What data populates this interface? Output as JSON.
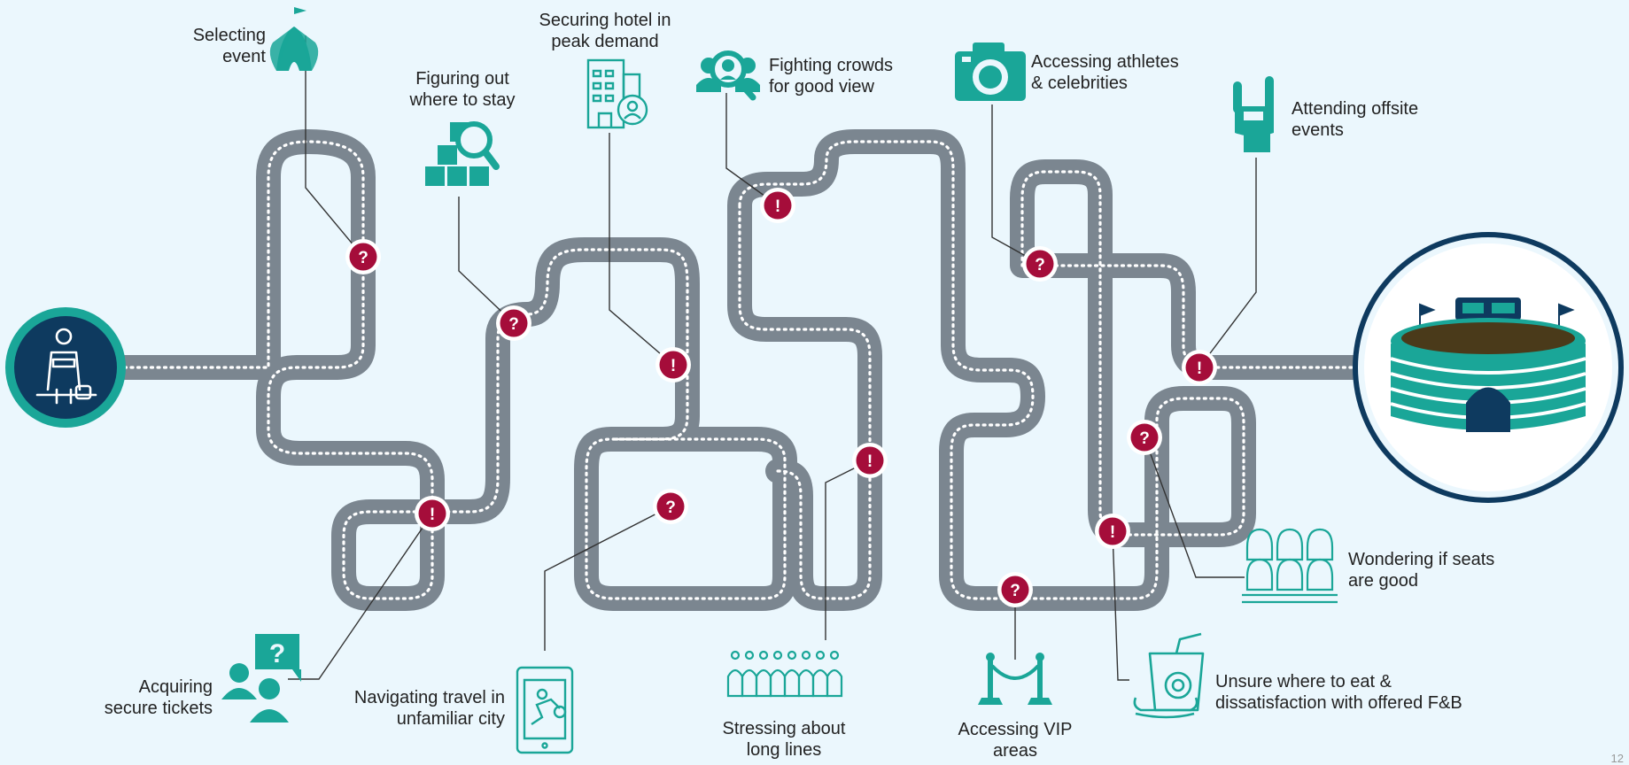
{
  "labels": {
    "selecting_event": [
      "Selecting",
      "event"
    ],
    "figuring_out_stay": [
      "Figuring out",
      "where to stay"
    ],
    "securing_hotel": [
      "Securing hotel in",
      "peak demand"
    ],
    "fighting_crowds": [
      "Fighting crowds",
      "for good view"
    ],
    "accessing_athletes": [
      "Accessing athletes",
      "& celebrities"
    ],
    "attending_offsite": [
      "Attending offsite",
      "events"
    ],
    "acquiring_tickets": [
      "Acquiring",
      "secure tickets"
    ],
    "navigating_travel": [
      "Navigating travel in",
      "unfamiliar city"
    ],
    "stressing_lines": [
      "Stressing about",
      "long lines"
    ],
    "accessing_vip": [
      "Accessing VIP",
      "areas"
    ],
    "unsure_eat": [
      "Unsure where to eat &",
      "dissatisfaction with offered F&B"
    ],
    "wondering_seats": [
      "Wondering if seats",
      "are good"
    ]
  },
  "markers": {
    "question": "?",
    "exclamation": "!"
  },
  "page_number": "12",
  "colors": {
    "background": "#ebf7fd",
    "road": "#7b8690",
    "road_dash": "#ffffff",
    "teal": "#1aa698",
    "marker": "#a50d3a",
    "navy": "#0e3a5f",
    "leader": "#333333"
  },
  "icons": [
    "traveler-icon",
    "stadium-icon",
    "circus-tent-icon",
    "hotel-search-icon",
    "hotel-building-icon",
    "crowd-search-icon",
    "camera-icon",
    "rock-hand-icon",
    "ticket-question-icon",
    "map-tablet-icon",
    "queue-people-icon",
    "vip-rope-icon",
    "food-drink-icon",
    "stadium-seats-icon"
  ]
}
